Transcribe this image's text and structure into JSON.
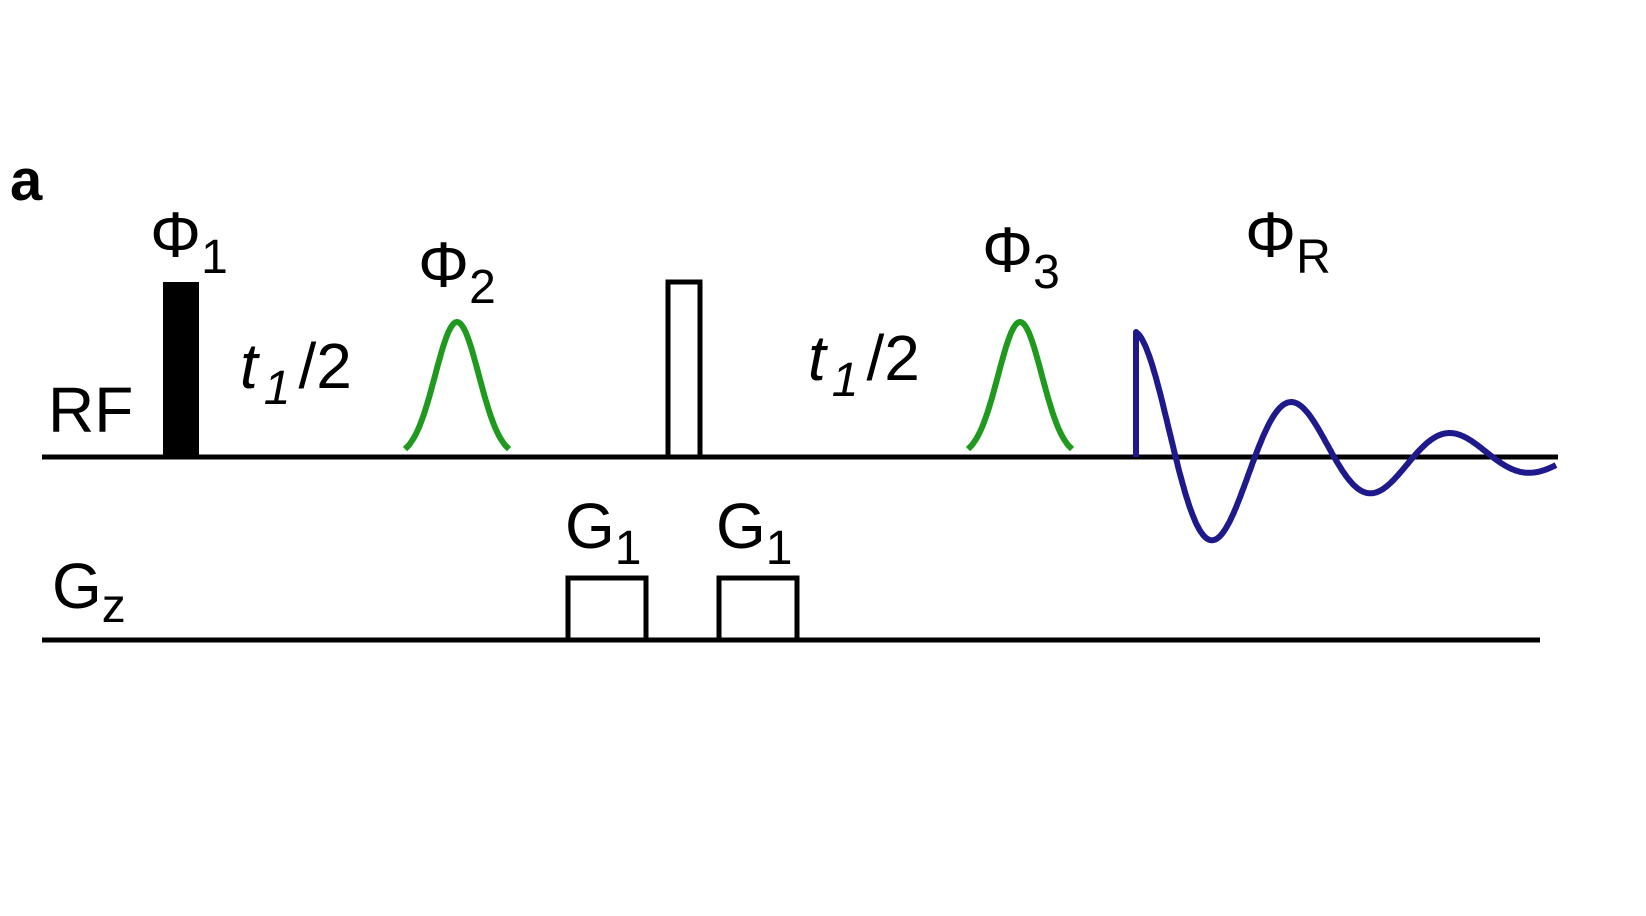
{
  "panel_label": "a",
  "channels": {
    "rf": "RF",
    "gz_main": "G",
    "gz_sub": "z"
  },
  "phases": {
    "phi1": {
      "symbol": "Φ",
      "sub": "1"
    },
    "phi2": {
      "symbol": "Φ",
      "sub": "2"
    },
    "phi3": {
      "symbol": "Φ",
      "sub": "3"
    },
    "phiR": {
      "symbol": "Φ",
      "sub": "R"
    }
  },
  "delays": {
    "first": {
      "t": "t",
      "sub": "1",
      "rest": "/2"
    },
    "second": {
      "t": "t",
      "sub": "1",
      "rest": "/2"
    }
  },
  "gradients": {
    "first": {
      "main": "G",
      "sub": "1"
    },
    "second": {
      "main": "G",
      "sub": "1"
    }
  },
  "colors": {
    "line": "#000000",
    "selective_pulse": "#1f9a1f",
    "fid": "#1f1a8c"
  },
  "icons": {
    "hard_pulse_90": "filled-rect",
    "hard_pulse_180": "open-rect",
    "selective_pulse": "gaussian",
    "fid": "decaying-oscillation",
    "gradient_pulse": "open-rect"
  }
}
